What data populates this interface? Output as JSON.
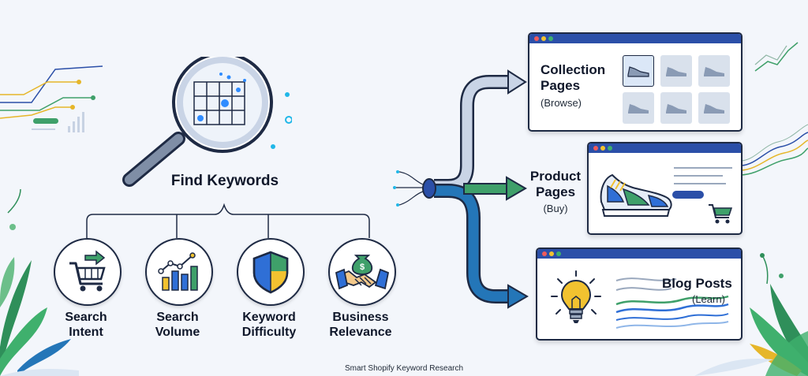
{
  "find_keywords": {
    "label": "Find Keywords"
  },
  "metrics": [
    {
      "line1": "Search",
      "line2": "Intent",
      "icon": "shopping-cart-icon"
    },
    {
      "line1": "Search",
      "line2": "Volume",
      "icon": "bar-chart-icon"
    },
    {
      "line1": "Keyword",
      "line2": "Difficulty",
      "icon": "shield-icon"
    },
    {
      "line1": "Business",
      "line2": "Relevance",
      "icon": "handshake-icon"
    }
  ],
  "pages": {
    "collection": {
      "title_line1": "Collection",
      "title_line2": "Pages",
      "subtitle": "(Browse)"
    },
    "product": {
      "title_line1": "Product",
      "title_line2": "Pages",
      "subtitle": "(Buy)"
    },
    "blog": {
      "title": "Blog Posts",
      "subtitle": "(Learn)"
    }
  },
  "footer": {
    "text": "Smart Shopify Keyword Research"
  },
  "colors": {
    "navy": "#1e2a44",
    "window_bar": "#2b4fa8",
    "arrow_top": "#c9d4e6",
    "arrow_mid": "#3fa06a",
    "arrow_bottom": "#2476b8",
    "accent_blue": "#2f6fd6",
    "accent_green": "#3fa06a",
    "accent_yellow": "#f2c230"
  }
}
